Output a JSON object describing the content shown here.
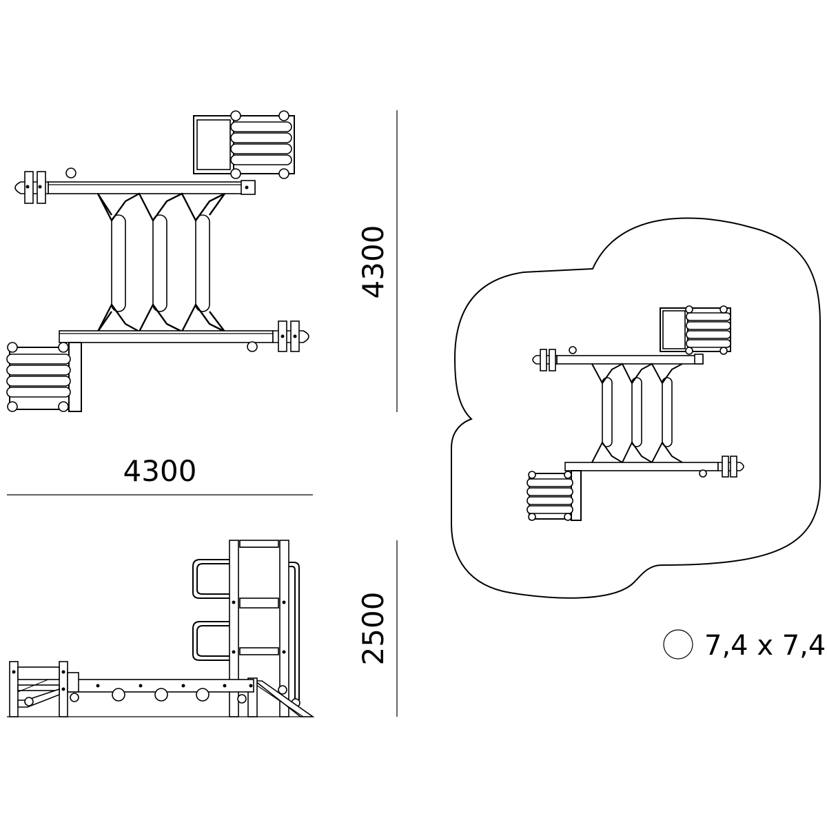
{
  "drawing": {
    "plan_width_label": "4300",
    "plan_depth_label": "4300",
    "side_height_label": "2500",
    "safety_area_label": "7,4 x 7,4"
  }
}
